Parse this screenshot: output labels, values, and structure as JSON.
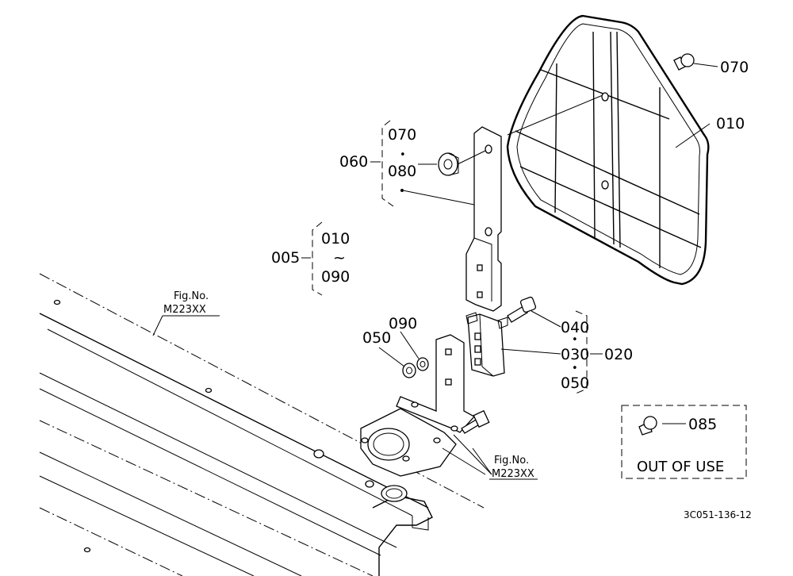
{
  "callouts": {
    "c070_top": "070",
    "c010_right": "010",
    "c060": "060",
    "g060_070": "070",
    "g060_dot": "•",
    "g060_080": "080",
    "c005": "005",
    "g005_010": "010",
    "g005_tilde": "~",
    "g005_090": "090",
    "c090": "090",
    "c050": "050",
    "c020": "020",
    "g020_040": "040",
    "g020_dot1": "•",
    "g020_030": "030",
    "g020_dot2": "•",
    "g020_050": "050",
    "c085": "085"
  },
  "figrefs": {
    "upper": {
      "line1": "Fig.No.",
      "line2": "M223XX"
    },
    "lower": {
      "line1": "Fig.No.",
      "line2": "M223XX"
    }
  },
  "out_of_use_label": "OUT OF USE",
  "drawing_code": "3C051-136-12"
}
